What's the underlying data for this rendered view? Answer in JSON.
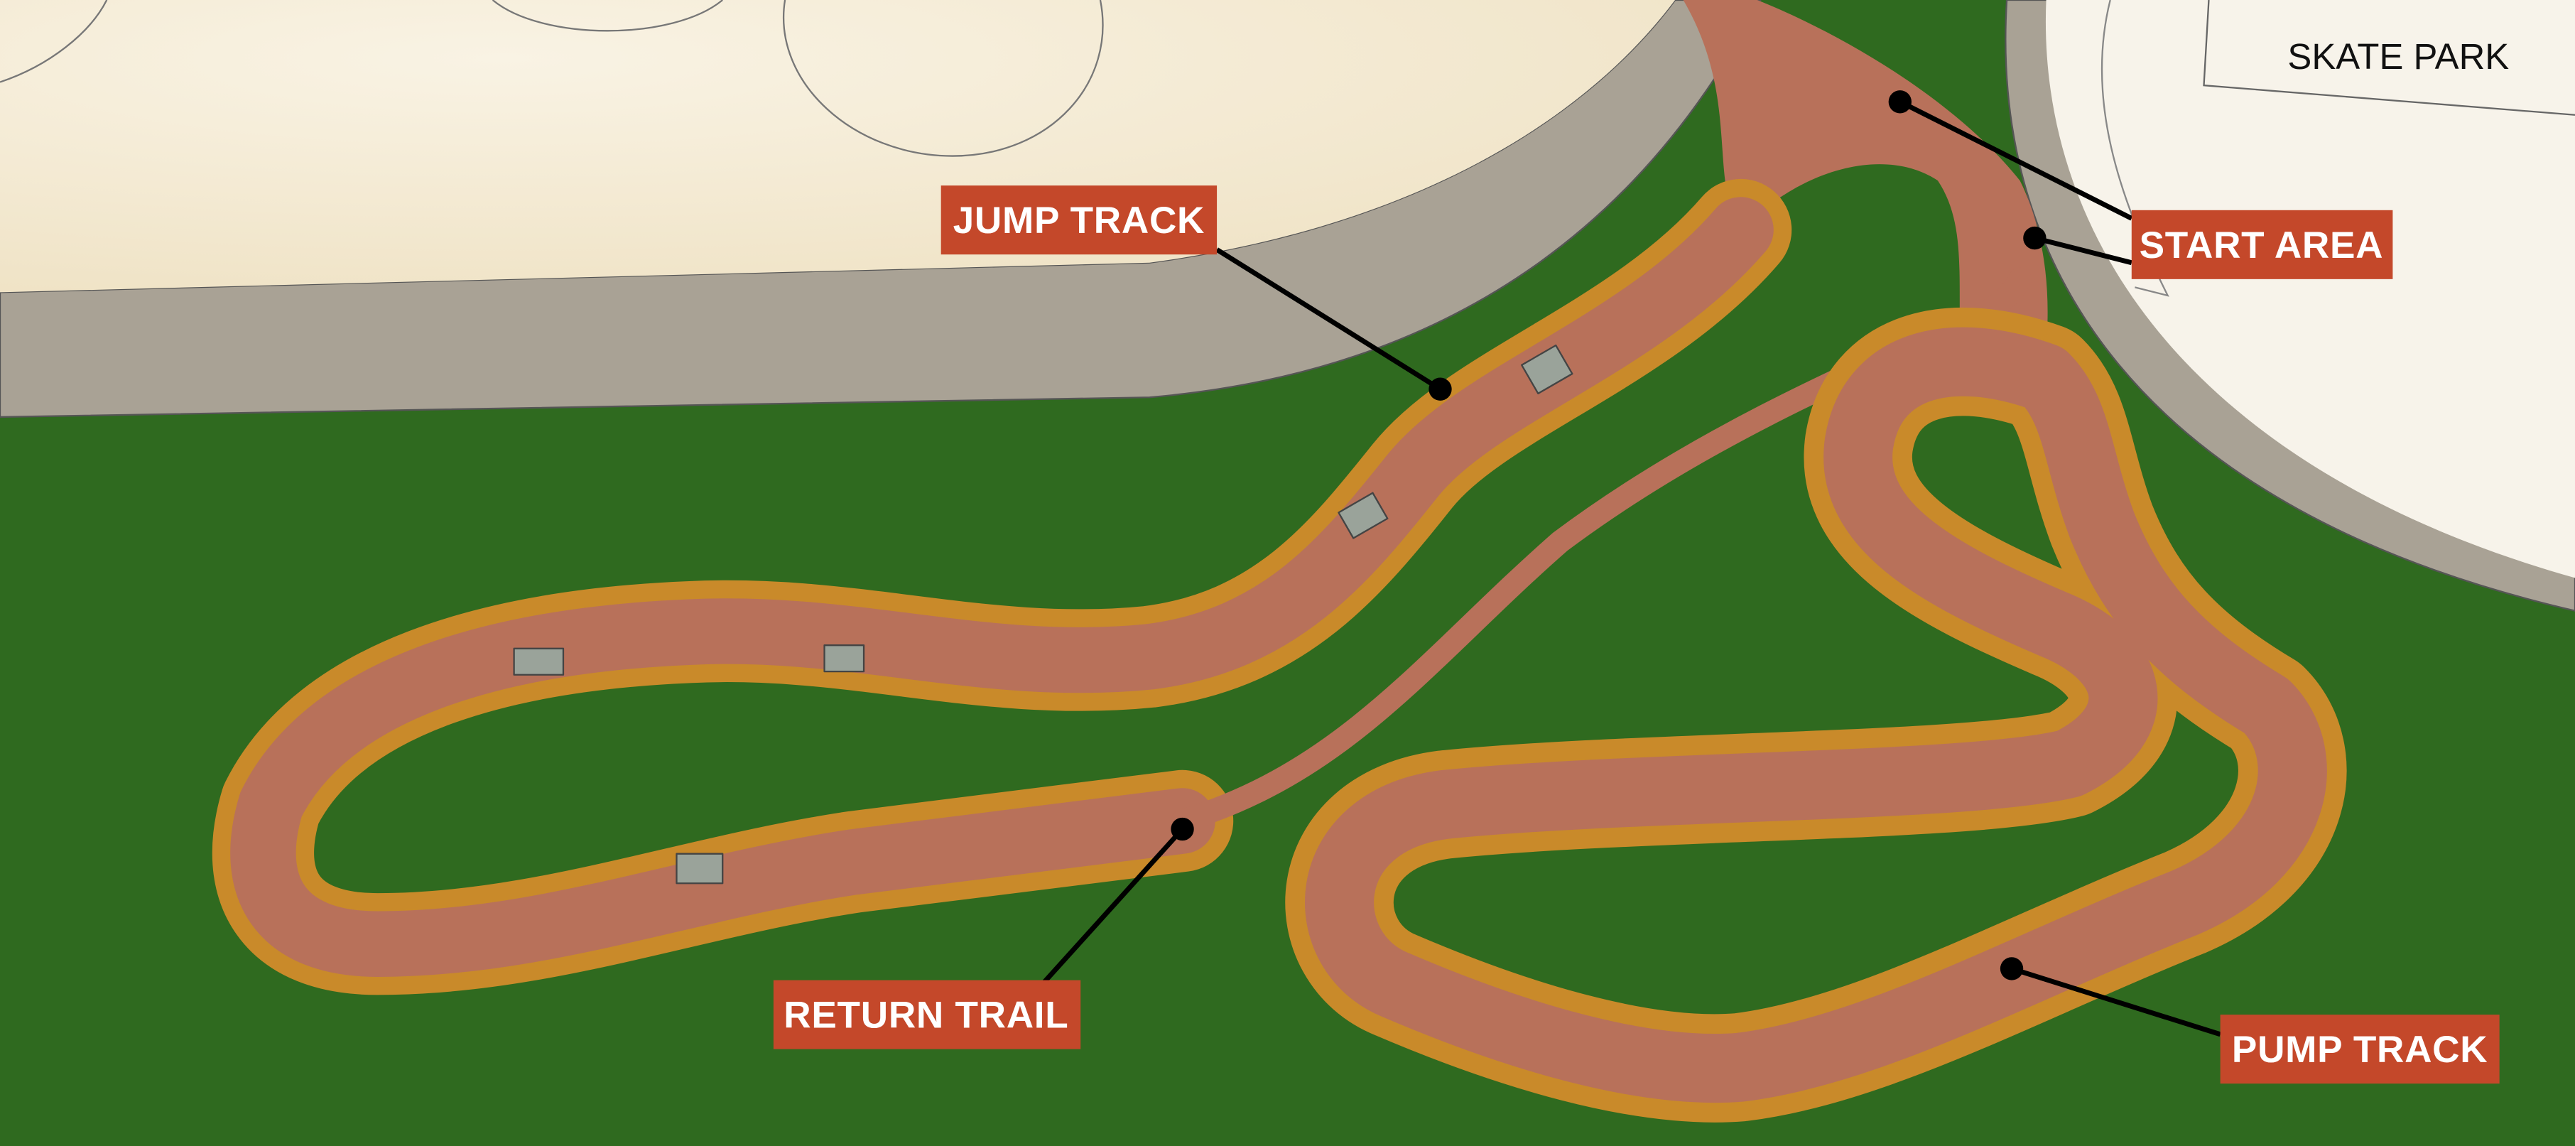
{
  "colors": {
    "grass": "#2f6a1f",
    "plaza": "#f6eedb",
    "sidewalk": "#a9a295",
    "track_surface": "#b8715a",
    "berm": "#c98a2a",
    "label_background": "#c4482a",
    "label_text": "#ffffff",
    "leader": "#000000"
  },
  "areas": {
    "skate_park": "SKATE PARK"
  },
  "labels": {
    "jump_track": "JUMP TRACK",
    "start_area": "START AREA",
    "return_trail": "RETURN TRAIL",
    "pump_track": "PUMP TRACK"
  }
}
